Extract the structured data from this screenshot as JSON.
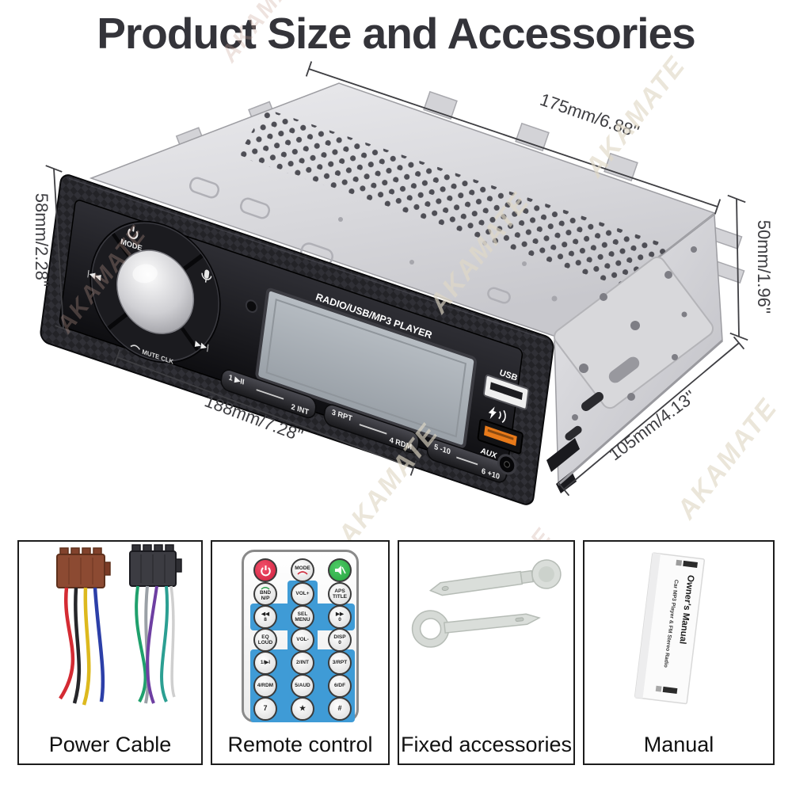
{
  "title": "Product Size and Accessories",
  "watermark": "AKAMATE",
  "dimensions": {
    "top": "175mm/6.88''",
    "left": "58mm/2.28''",
    "right": "50mm/1.96''",
    "front": "188mm/7.28''",
    "side": "105mm/4.13''"
  },
  "stereo": {
    "display_label": "RADIO/USB/MP3 PLAYER",
    "knob": {
      "mode": "MODE",
      "prev": "|◀◀",
      "next": "▶▶|",
      "mute": "MUTE CLK"
    },
    "presets": [
      {
        "left": "1 ▶II",
        "right": "2 INT"
      },
      {
        "left": "3 RPT",
        "right": "4 RDM"
      },
      {
        "left": "5 -10",
        "right": "6 +10"
      }
    ],
    "ports": {
      "usb": "USB",
      "aux": "AUX"
    }
  },
  "accessories": {
    "power_cable": {
      "caption": "Power Cable"
    },
    "remote": {
      "caption": "Remote control",
      "mode": "MODE",
      "buttons": [
        {
          "l1": "BND",
          "l2": "N/P"
        },
        {
          "l1": "VOL+",
          "l2": ""
        },
        {
          "l1": "APS",
          "l2": "TITLE"
        },
        {
          "l1": "◀◀",
          "l2": "8"
        },
        {
          "l1": "SEL",
          "l2": "MENU"
        },
        {
          "l1": "▶▶",
          "l2": "0"
        },
        {
          "l1": "EQ",
          "l2": "LOUD"
        },
        {
          "l1": "VOL-",
          "l2": ""
        },
        {
          "l1": "DISP",
          "l2": "0"
        },
        {
          "l1": "1/▶I",
          "l2": ""
        },
        {
          "l1": "2/INT",
          "l2": ""
        },
        {
          "l1": "3/RPT",
          "l2": ""
        },
        {
          "l1": "4/RDM",
          "l2": ""
        },
        {
          "l1": "5/AUD",
          "l2": ""
        },
        {
          "l1": "6/DF",
          "l2": ""
        },
        {
          "l1": "7",
          "l2": ""
        },
        {
          "l1": "★",
          "l2": ""
        },
        {
          "l1": "#",
          "l2": ""
        }
      ]
    },
    "fixed": {
      "caption": "Fixed accessories"
    },
    "manual": {
      "caption": "Manual",
      "cover_title": "Owner's Manual",
      "cover_subtitle": "Car MP3 Player & FM Stereo Radio"
    }
  },
  "colors": {
    "accent_orange": "#e87a1a",
    "remote_blue": "#3f9bd6",
    "remote_red": "#e23450",
    "remote_green": "#2fb14d",
    "carbon": "#232327",
    "title_text": "#34343a",
    "dimension_text": "#3e3e42"
  }
}
